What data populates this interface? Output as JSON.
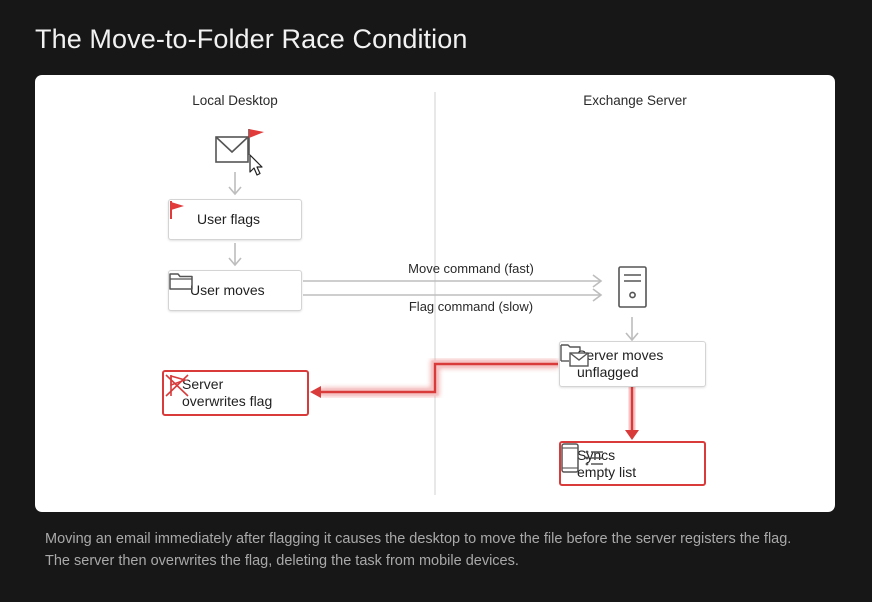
{
  "title": "The Move-to-Folder Race Condition",
  "columns": {
    "left": "Local Desktop",
    "right": "Exchange Server"
  },
  "nodes": {
    "user_flags": "User flags",
    "user_moves": "User moves",
    "server_moves_line1": "Server moves",
    "server_moves_line2": "unflagged",
    "overwrites_line1": "Server",
    "overwrites_line2": "overwrites flag",
    "syncs_line1": "Syncs",
    "syncs_line2": "empty list"
  },
  "edges": {
    "move_command": "Move command (fast)",
    "flag_command": "Flag command (slow)"
  },
  "caption_line1": "Moving an email immediately after flagging it causes the desktop to move the file before the server registers the flag.",
  "caption_line2": "The server then overwrites the flag, deleting the task from mobile devices.",
  "colors": {
    "background": "#171717",
    "accent_red": "#d93a3a",
    "connector_gray": "#bdbdbd",
    "card": "#ffffff"
  },
  "icons": [
    "envelope-flag-cursor-icon",
    "red-flag-icon",
    "folder-icon",
    "server-tower-icon",
    "folder-envelope-icon",
    "crossed-flag-icon",
    "phone-list-icon"
  ]
}
